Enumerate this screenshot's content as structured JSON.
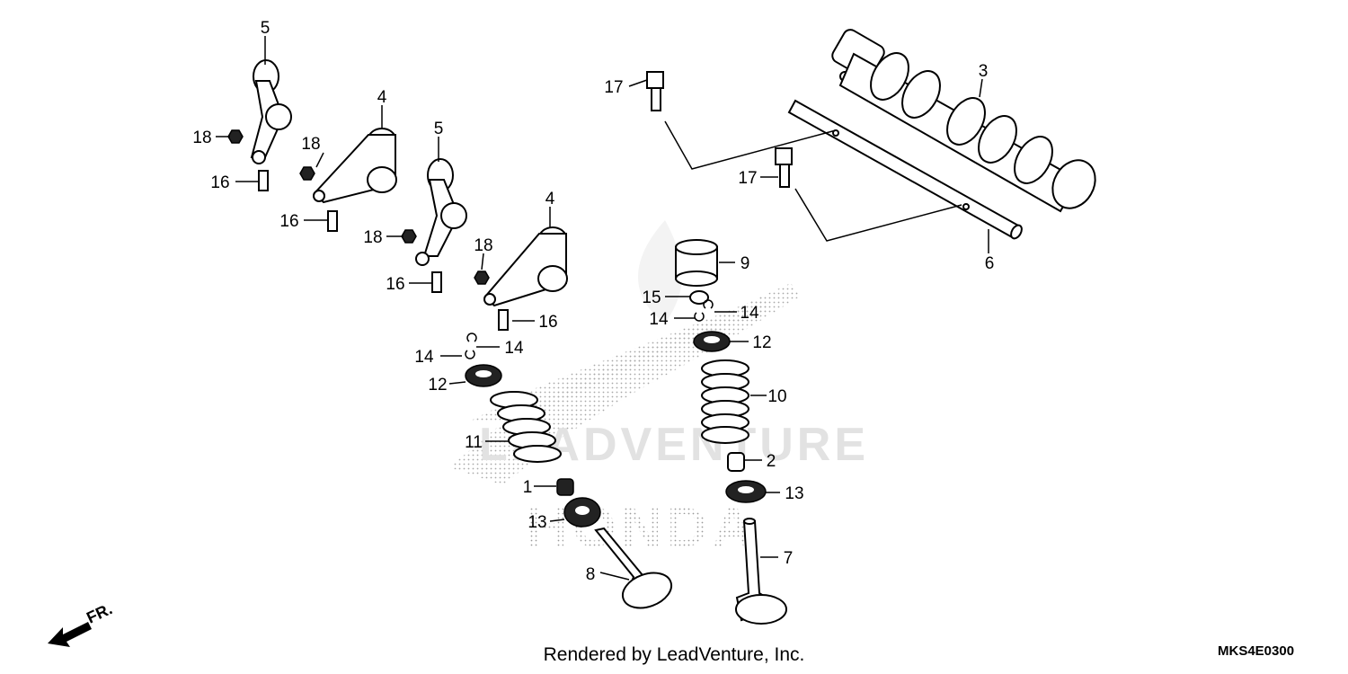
{
  "watermark": {
    "brand_text": "LEADVENTURE",
    "logo_text": "HONDA"
  },
  "callouts": [
    {
      "id": "c5a",
      "label": "5"
    },
    {
      "id": "c4a",
      "label": "4"
    },
    {
      "id": "c5b",
      "label": "5"
    },
    {
      "id": "c4b",
      "label": "4"
    },
    {
      "id": "c18a",
      "label": "18"
    },
    {
      "id": "c18b",
      "label": "18"
    },
    {
      "id": "c18c",
      "label": "18"
    },
    {
      "id": "c18d",
      "label": "18"
    },
    {
      "id": "c16a",
      "label": "16"
    },
    {
      "id": "c16b",
      "label": "16"
    },
    {
      "id": "c16c",
      "label": "16"
    },
    {
      "id": "c16d",
      "label": "16"
    },
    {
      "id": "c17a",
      "label": "17"
    },
    {
      "id": "c17b",
      "label": "17"
    },
    {
      "id": "c3",
      "label": "3"
    },
    {
      "id": "c6",
      "label": "6"
    },
    {
      "id": "c9",
      "label": "9"
    },
    {
      "id": "c15",
      "label": "15"
    },
    {
      "id": "c14a",
      "label": "14"
    },
    {
      "id": "c14b",
      "label": "14"
    },
    {
      "id": "c14c",
      "label": "14"
    },
    {
      "id": "c14d",
      "label": "14"
    },
    {
      "id": "c12a",
      "label": "12"
    },
    {
      "id": "c12b",
      "label": "12"
    },
    {
      "id": "c10",
      "label": "10"
    },
    {
      "id": "c11",
      "label": "11"
    },
    {
      "id": "c2",
      "label": "2"
    },
    {
      "id": "c1",
      "label": "1"
    },
    {
      "id": "c13a",
      "label": "13"
    },
    {
      "id": "c13b",
      "label": "13"
    },
    {
      "id": "c7",
      "label": "7"
    },
    {
      "id": "c8",
      "label": "8"
    }
  ],
  "direction_label": "FR.",
  "footer": {
    "credit": "Rendered by LeadVenture, Inc.",
    "diagram_code": "MKS4E0300"
  }
}
